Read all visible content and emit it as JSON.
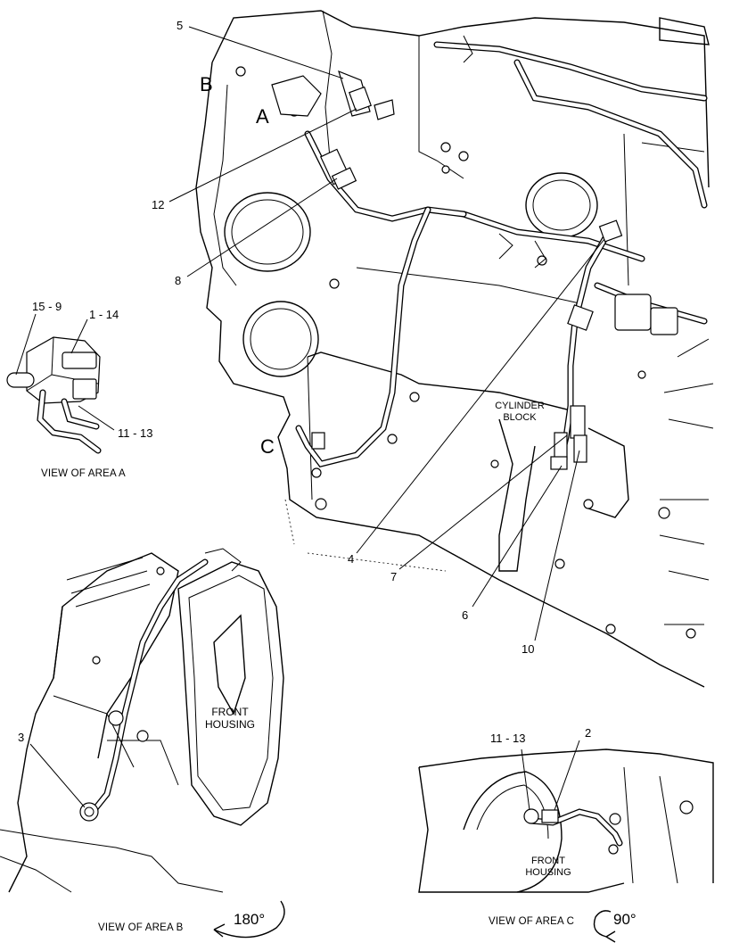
{
  "callouts": {
    "c5": "5",
    "c12": "12",
    "c8": "8",
    "c4": "4",
    "c7": "7",
    "c6": "6",
    "c10": "10",
    "c3": "3",
    "c15_9": "15 - 9",
    "c1_14": "1 - 14",
    "c11_13_a": "11 - 13",
    "c11_13_c": "11 - 13",
    "c2": "2"
  },
  "area_markers": {
    "a": "A",
    "b": "B",
    "c": "C"
  },
  "notes": {
    "cylinder_block_1": "CYLINDER",
    "cylinder_block_2": "BLOCK",
    "front_housing_b_1": "FRONT",
    "front_housing_b_2": "HOUSING",
    "front_housing_c_1": "FRONT",
    "front_housing_c_2": "HOUSING"
  },
  "captions": {
    "view_a": "VIEW OF AREA A",
    "view_b": "VIEW OF AREA B",
    "view_c": "VIEW OF AREA C"
  },
  "rotations": {
    "view_b": "180°",
    "view_c": "90°"
  }
}
